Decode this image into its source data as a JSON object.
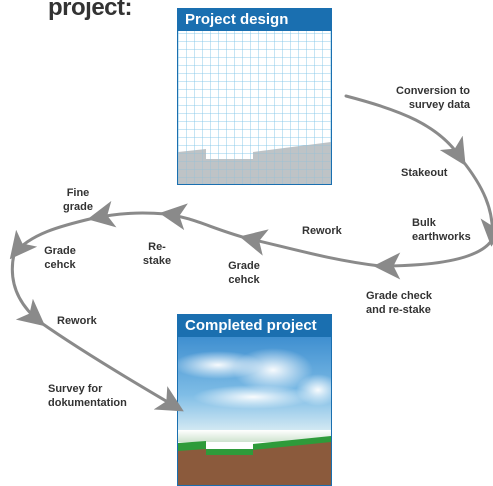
{
  "heading": "project:",
  "cards": {
    "design_title": "Project design",
    "completed_title": "Completed project"
  },
  "steps": {
    "conversion": [
      "Conversion to",
      "survey data"
    ],
    "stakeout": "Stakeout",
    "bulk": [
      "Bulk",
      "earthworks"
    ],
    "grade_check_restake": [
      "Grade check",
      "and re-stake"
    ],
    "rework_1": "Rework",
    "grade_cehck_1": [
      "Grade",
      "cehck"
    ],
    "re_stake": [
      "Re-",
      "stake"
    ],
    "fine_grade": [
      "Fine",
      "grade"
    ],
    "grade_cehck_2": [
      "Grade",
      "cehck"
    ],
    "rework_2": "Rework",
    "survey": [
      "Survey for",
      "dokumentation"
    ]
  },
  "colors": {
    "brand_blue": "#1a6fb0",
    "grid_line": "#7fc4e8",
    "terrain": "#b7bcc0",
    "ground_brown": "#8b5a3c",
    "grass_green": "#2e9b3a",
    "arrow_gray": "#8a8a8a"
  }
}
